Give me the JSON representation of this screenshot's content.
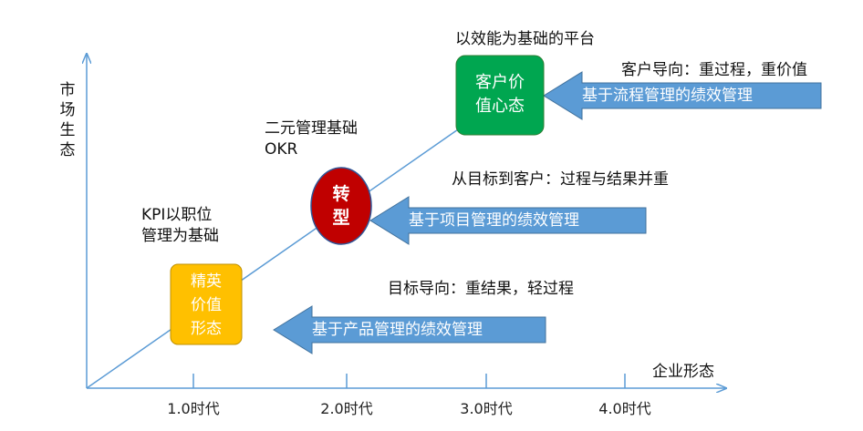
{
  "axes": {
    "y_label": "市场生态",
    "x_label": "企业形态",
    "ticks": [
      "1.0时代",
      "2.0时代",
      "3.0时代",
      "4.0时代"
    ]
  },
  "stages": [
    {
      "label": "精英价值形态",
      "lines": [
        "精英",
        "价值",
        "形态"
      ],
      "color": "#FFC000",
      "text_color": "#ffffff"
    },
    {
      "label": "转型",
      "lines": [
        "转",
        "型"
      ],
      "color": "#C00000",
      "text_color": "#ffffff"
    },
    {
      "label": "客户价值心态",
      "lines": [
        "客户价",
        "值心态"
      ],
      "color": "#00A650",
      "text_color": "#ffffff"
    }
  ],
  "stage_captions": {
    "kpi": [
      "KPI以职位",
      "管理为基础"
    ],
    "okr": [
      "二元管理基础",
      "OKR"
    ],
    "platform": "以效能为基础的平台"
  },
  "arrows": [
    {
      "label": "基于产品管理的绩效管理",
      "caption": "目标导向：重结果，轻过程"
    },
    {
      "label": "基于项目管理的绩效管理",
      "caption": "从目标到客户：过程与结果并重"
    },
    {
      "label": "基于流程管理的绩效管理",
      "caption": "客户导向：重过程，重价值"
    }
  ],
  "colors": {
    "axis": "#5B9BD5",
    "arrow_fill": "#5B9BD5",
    "arrow_stroke": "#41719C",
    "arrow_text": "#ffffff"
  }
}
